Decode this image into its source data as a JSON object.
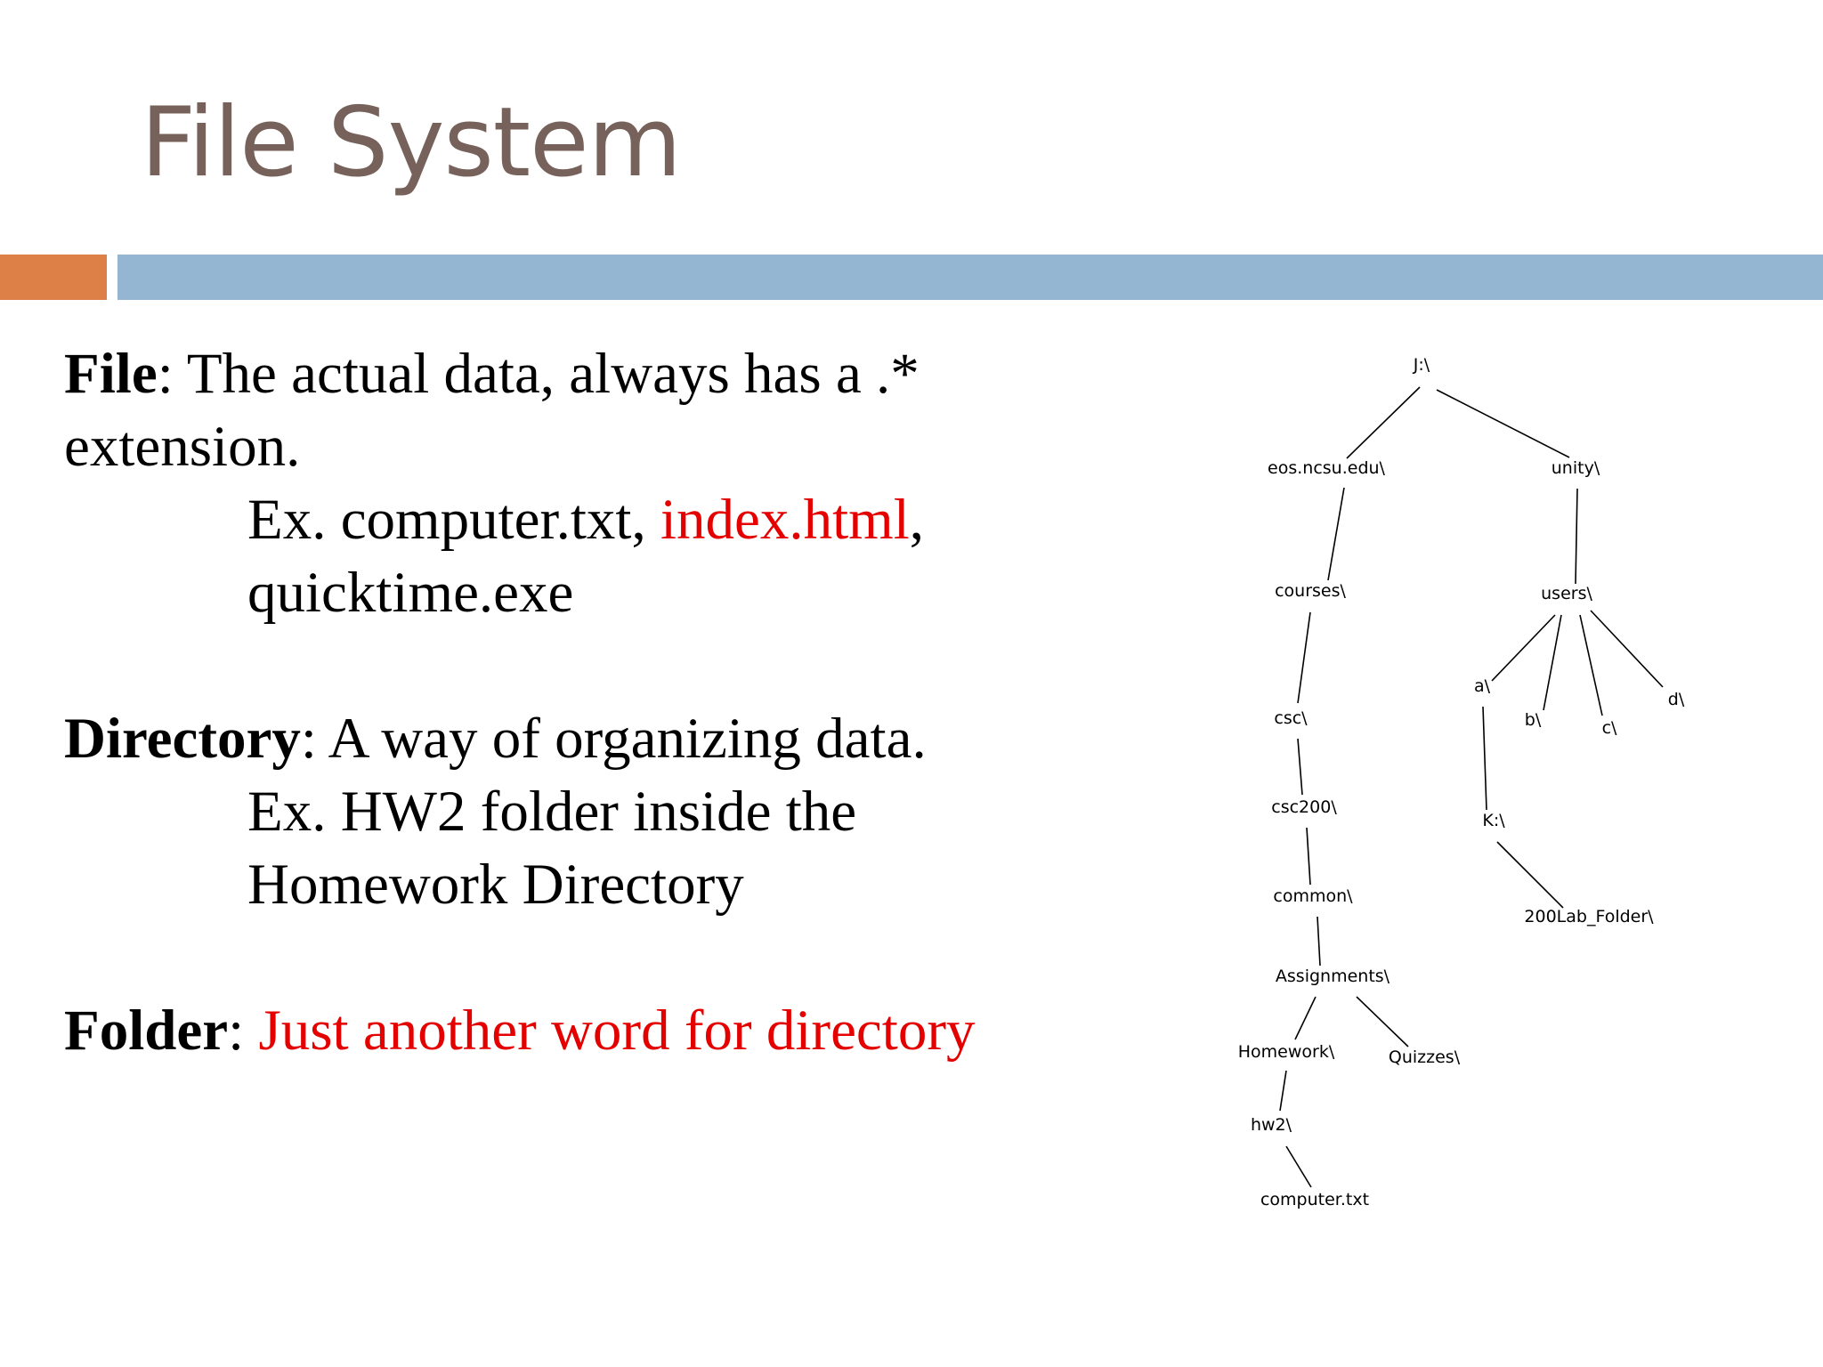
{
  "slide": {
    "title": "File System",
    "file": {
      "term": "File",
      "sep": ":",
      "definition": " The actual data, always has a .*",
      "definition_cont": "extension.",
      "example_prefix": "Ex. computer.txt, ",
      "example_red": "index.html",
      "example_suffix": ",",
      "example_cont": "quicktime.exe"
    },
    "directory": {
      "term": "Directory",
      "sep": ":",
      "definition": " A way of organizing data.",
      "example_line1": "Ex. HW2 folder inside the",
      "example_line2": "Homework Directory"
    },
    "folder": {
      "term": "Folder",
      "sep": ": ",
      "definition_red": "Just another word for directory"
    }
  },
  "tree": {
    "nodes": [
      {
        "id": "root",
        "label": "J:\\"
      },
      {
        "id": "eos",
        "label": "eos.ncsu.edu\\"
      },
      {
        "id": "unity",
        "label": "unity\\"
      },
      {
        "id": "courses",
        "label": "courses\\"
      },
      {
        "id": "users",
        "label": "users\\"
      },
      {
        "id": "csc",
        "label": "csc\\"
      },
      {
        "id": "a",
        "label": "a\\"
      },
      {
        "id": "b",
        "label": "b\\"
      },
      {
        "id": "c",
        "label": "c\\"
      },
      {
        "id": "d",
        "label": "d\\"
      },
      {
        "id": "csc200",
        "label": "csc200\\"
      },
      {
        "id": "k",
        "label": "K:\\"
      },
      {
        "id": "common",
        "label": "common\\"
      },
      {
        "id": "lab",
        "label": "200Lab_Folder\\"
      },
      {
        "id": "assign",
        "label": "Assignments\\"
      },
      {
        "id": "homework",
        "label": "Homework\\"
      },
      {
        "id": "quizzes",
        "label": "Quizzes\\"
      },
      {
        "id": "hw2",
        "label": "hw2\\"
      },
      {
        "id": "file",
        "label": "computer.txt"
      }
    ],
    "edges": [
      [
        "root",
        "eos"
      ],
      [
        "root",
        "unity"
      ],
      [
        "eos",
        "courses"
      ],
      [
        "unity",
        "users"
      ],
      [
        "courses",
        "csc"
      ],
      [
        "users",
        "a"
      ],
      [
        "users",
        "b"
      ],
      [
        "users",
        "c"
      ],
      [
        "users",
        "d"
      ],
      [
        "csc",
        "csc200"
      ],
      [
        "a",
        "k"
      ],
      [
        "csc200",
        "common"
      ],
      [
        "k",
        "lab"
      ],
      [
        "common",
        "assign"
      ],
      [
        "assign",
        "homework"
      ],
      [
        "assign",
        "quizzes"
      ],
      [
        "homework",
        "hw2"
      ],
      [
        "hw2",
        "file"
      ]
    ]
  }
}
